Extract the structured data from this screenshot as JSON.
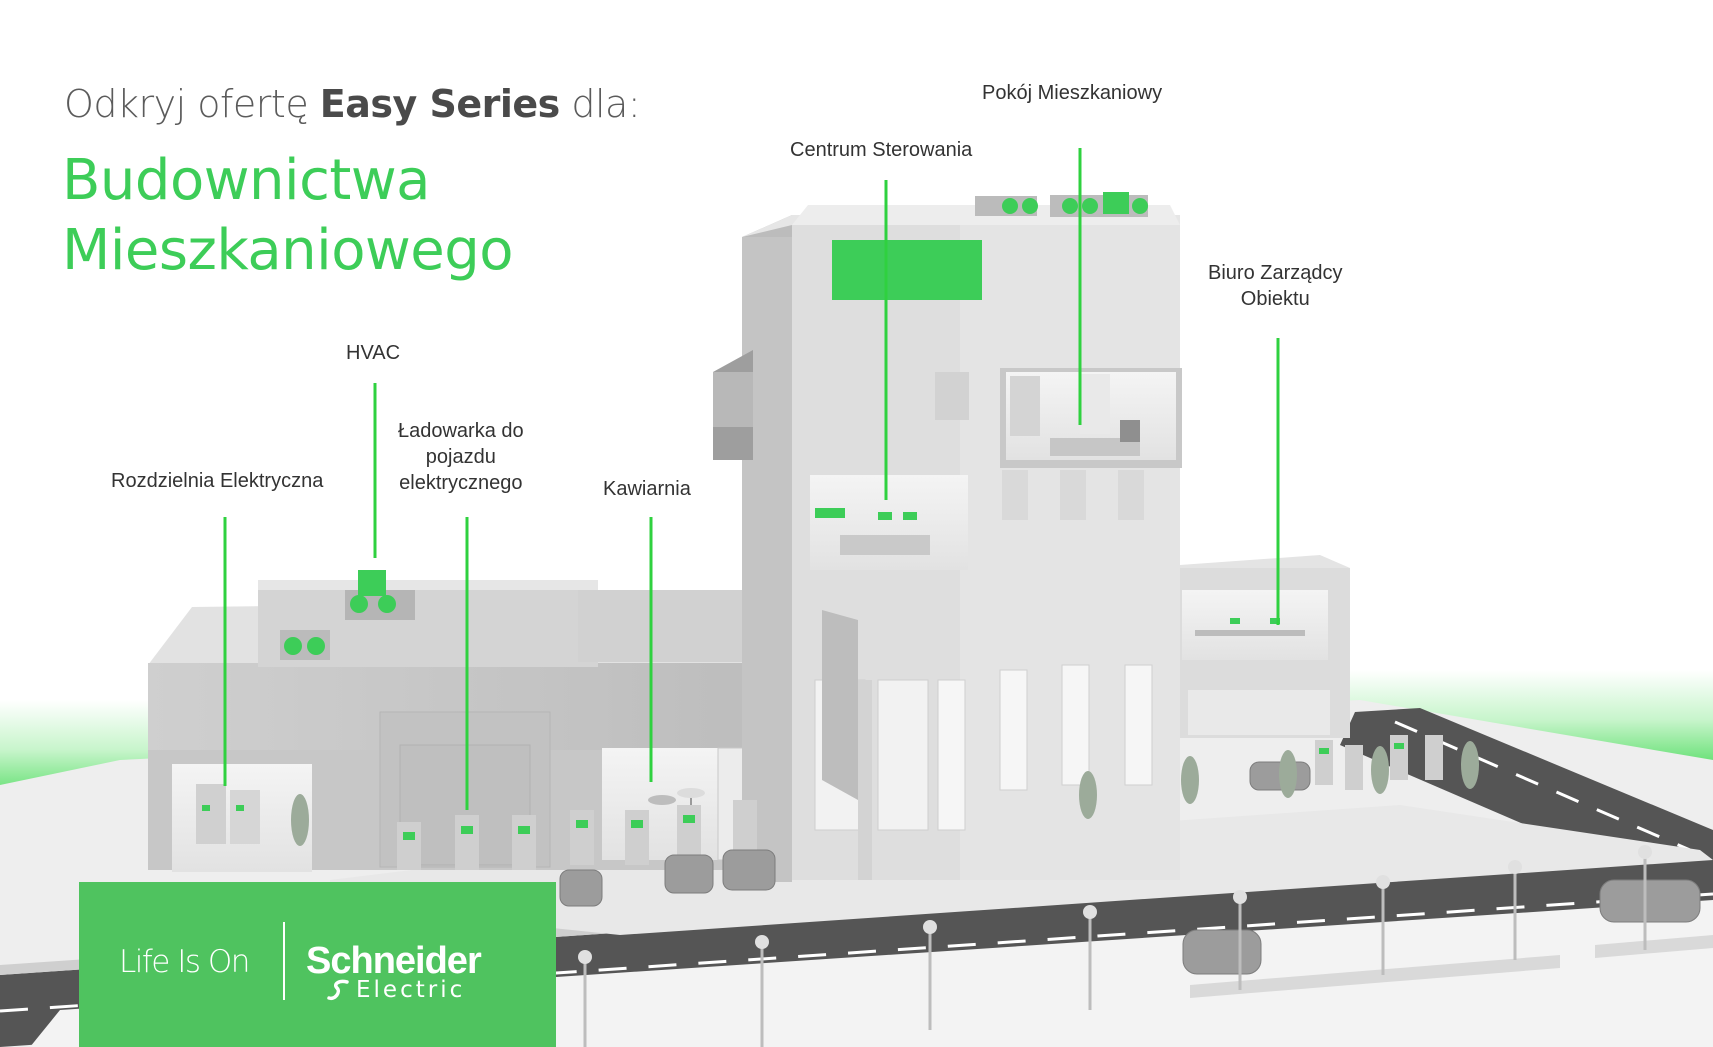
{
  "heading": {
    "intro_prefix": "Odkryj ofertę ",
    "intro_bold": "Easy Series",
    "intro_suffix": " dla:",
    "title_line1": "Budownictwa",
    "title_line2": "Mieszkaniowego"
  },
  "callouts": {
    "pokoj": "Pokój Mieszkaniowy",
    "centrum": "Centrum Sterowania",
    "biuro_line1": "Biuro Zarządcy",
    "biuro_line2": "Obiektu",
    "hvac": "HVAC",
    "ladowarka_line1": "Ładowarka do",
    "ladowarka_line2": "pojazdu",
    "ladowarka_line3": "elektrycznego",
    "kawiarnia": "Kawiarnia",
    "rozdzielnia": "Rozdzielnia Elektryczna"
  },
  "brand": {
    "tagline": "Life Is On",
    "company": "Schneider",
    "company_sub": "Electric"
  },
  "colors": {
    "accent_green": "#3dcd58",
    "callout_line_green": "#2fd13f",
    "brand_panel_green": "#4fc35f",
    "text_gray": "#5b5b5b"
  }
}
